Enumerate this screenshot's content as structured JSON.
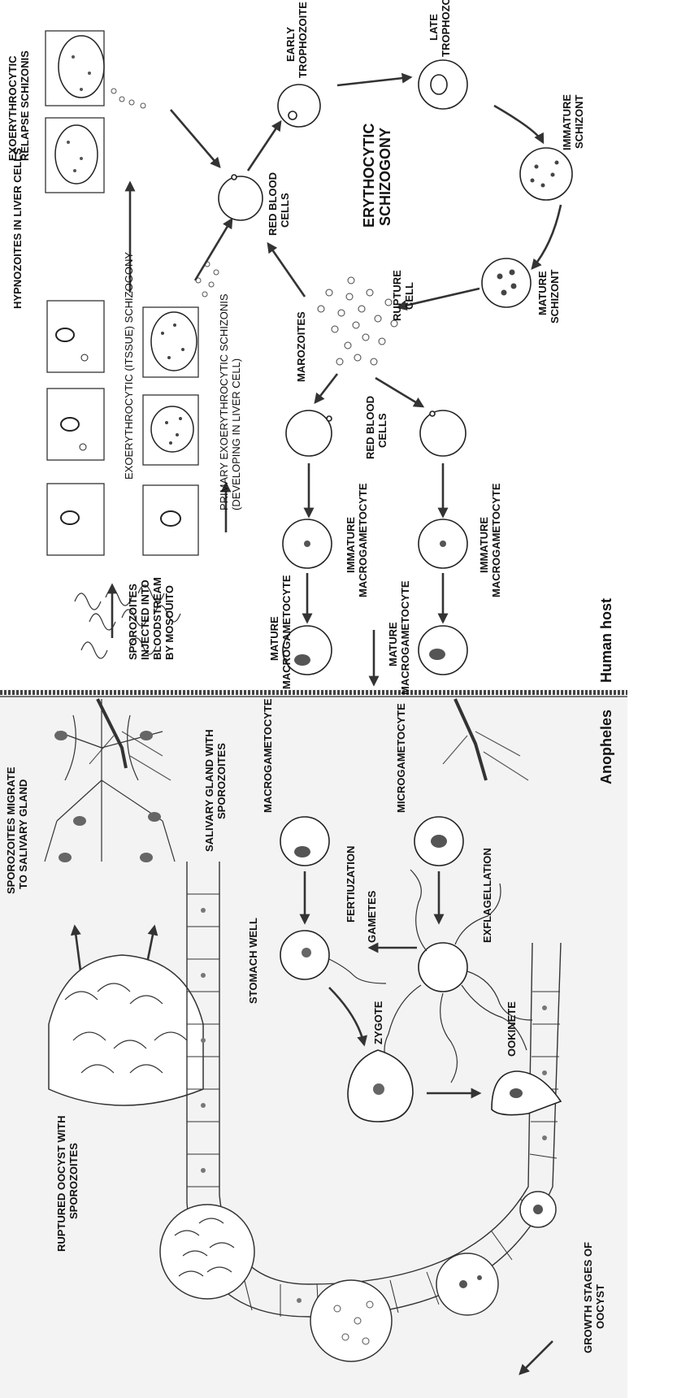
{
  "labels": {
    "hypnozoites": "HYPNOZOITES IN LIVER CELLS",
    "exo_relapse_1": "EXOERYTHROCYTIC",
    "exo_relapse_2": "RELAPSE SCHIZONIS",
    "exo_tissue": "EXOERYTHROCYTIC (ITSSUE) SCHIZOGONY",
    "primary_exo_1": "PRIMARY EXOERYTHROCYTIC SCHIZONIS",
    "primary_exo_2": "(DEVELOPING IN LIVER CELL)",
    "sporozoites_1": "SPOROZOITES",
    "sporozoites_2": "INJECTED INTO",
    "sporozoites_3": "BLOODSTREAM",
    "sporozoites_4": "BY MOSOUITO",
    "rbc_top_1": "RED BLOOD",
    "rbc_top_2": "CELLS",
    "early_troph_1": "EARLY",
    "early_troph_2": "TROPHOZOITE",
    "late_troph_1": "LATE",
    "late_troph_2": "TROPHOZOITE",
    "erythro_1": "ERYTHOCYTIC",
    "erythro_2": "SCHIZOGONY",
    "immature_schizont_1": "IMMATURE",
    "immature_schizont_2": "SCHIZONT",
    "mature_schizont_1": "MATURE",
    "mature_schizont_2": "SCHIZONT",
    "rupture_1": "RUPTURE",
    "rupture_2": "CELL",
    "marozoites": "MAROZOITES",
    "rbc_mid_1": "RED BLOOD",
    "rbc_mid_2": "CELLS",
    "immature_macro_1a": "IMMATURE",
    "immature_macro_1b": "MACROGAMETOCYTE",
    "immature_macro_2a": "IMMATURE",
    "immature_macro_2b": "MACROGAMETOCYTE",
    "mature_macro_1a": "MATURE",
    "mature_macro_1b": "MACROGAMETOCYTE",
    "mature_macro_2a": "MATURE",
    "mature_macro_2b": "MACROGAMETOCYTE",
    "human_host": "Human host",
    "anopheles": "Anopheles",
    "sporozoites_migrate_1": "SPOROZOITES MIGRATE",
    "sporozoites_migrate_2": "TO SALIVARY GLAND",
    "salivary_1": "SALIVARY GLAND WITH",
    "salivary_2": "SPOROZOITES",
    "macrogametocyte": "MACROGAMETOCYTE",
    "microgametocyte": "MICROGAMETOCYTE",
    "fertilization": "FERTIUZATION",
    "gametes": "GAMETES",
    "exflagellation": "EXFLAGELLATION",
    "stomach_wall": "STOMACH WELL",
    "zygote": "ZYGOTE",
    "ookinete": "OOKINETE",
    "ruptured_oocyst_1": "RUPTURED OOCYST WITH",
    "ruptured_oocyst_2": "SPOROZOITES",
    "growth_stages_1": "GROWTH STAGES OF",
    "growth_stages_2": "OOCYST"
  }
}
